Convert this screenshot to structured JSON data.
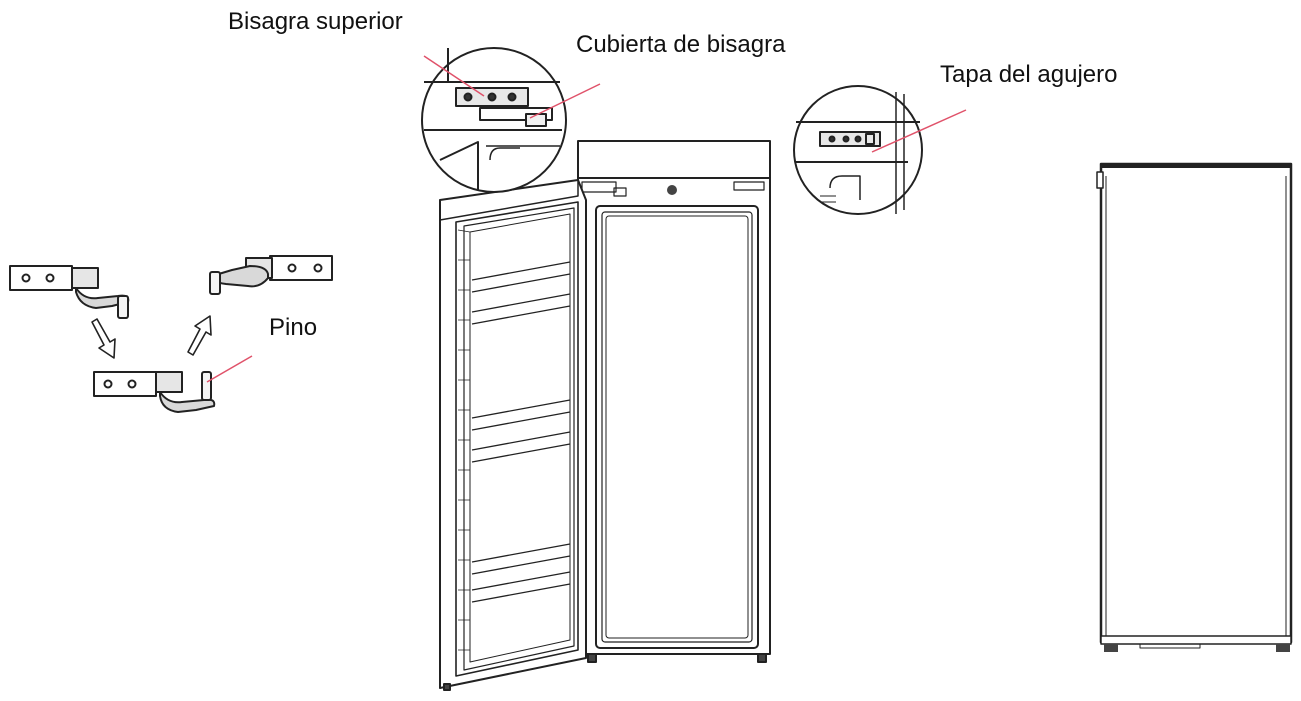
{
  "labels": {
    "top_hinge": "Bisagra superior",
    "hinge_cover": "Cubierta de bisagra",
    "hole_cap": "Tapa del agujero",
    "pin": "Pino"
  },
  "colors": {
    "line_art": "#222222",
    "leader_line": "#e0526a",
    "background": "#ffffff"
  },
  "icons": {
    "transfer_arrow_down": "down-right-arrow-icon",
    "transfer_arrow_up": "up-right-arrow-icon"
  }
}
